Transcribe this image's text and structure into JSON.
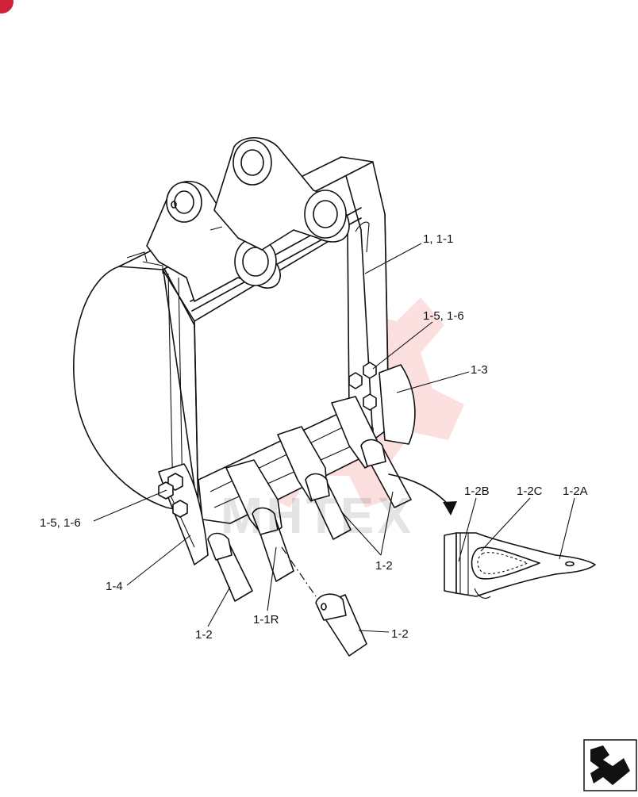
{
  "watermark": {
    "text": "MHTEX",
    "color": "#f07070"
  },
  "callouts": [
    {
      "id": "c1",
      "text": "1, 1-1"
    },
    {
      "id": "c2",
      "text": "1-5, 1-6"
    },
    {
      "id": "c3",
      "text": "1-3"
    },
    {
      "id": "c4",
      "text": "1-5, 1-6"
    },
    {
      "id": "c5",
      "text": "1-4"
    },
    {
      "id": "c6",
      "text": "1-2"
    },
    {
      "id": "c7",
      "text": "1-1R"
    },
    {
      "id": "c8",
      "text": "1-2"
    },
    {
      "id": "c9",
      "text": "1-2"
    },
    {
      "id": "c10",
      "text": "1-2B"
    },
    {
      "id": "c11",
      "text": "1-2C"
    },
    {
      "id": "c12",
      "text": "1-2A"
    }
  ],
  "colors": {
    "line": "#111111",
    "corner_badge": "#d0213a"
  },
  "icons": {
    "corner": "corner-badge-icon",
    "nav": "next-page-arrow-icon"
  }
}
